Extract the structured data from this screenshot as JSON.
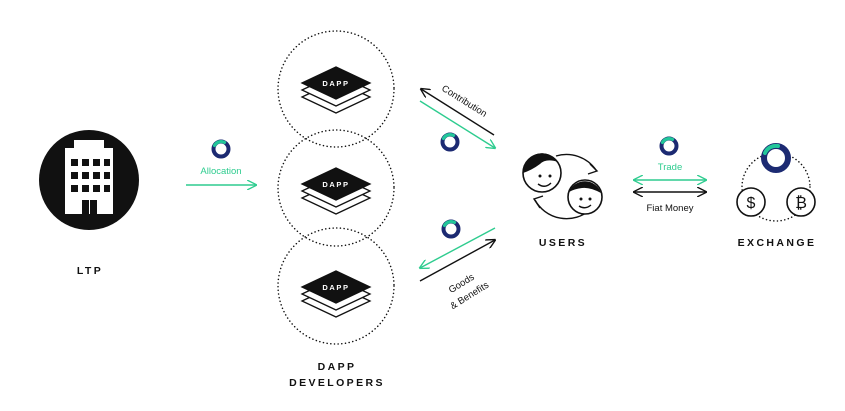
{
  "nodes": {
    "ltp": "LTP",
    "dapp_developers_line1": "DAPP",
    "dapp_developers_line2": "DEVELOPERS",
    "users": "USERS",
    "exchange": "EXCHANGE"
  },
  "dapp_badge": "DAPP",
  "flows": {
    "allocation": "Allocation",
    "contribution": "Contribution",
    "goods_line1": "Goods",
    "goods_line2": "& Benefits",
    "trade": "Trade",
    "fiat_money": "Fiat Money"
  },
  "currency": {
    "dollar": "$",
    "bitcoin": "₿"
  },
  "colors": {
    "accent_green": "#2ecc8f",
    "token_navy": "#1c2a72",
    "token_teal": "#22c79a",
    "ink": "#111111"
  },
  "icons": {
    "ltp": "building-icon",
    "dapp": "layer-stack-icon",
    "users": "two-faces-icon",
    "token": "token-ring-icon"
  }
}
